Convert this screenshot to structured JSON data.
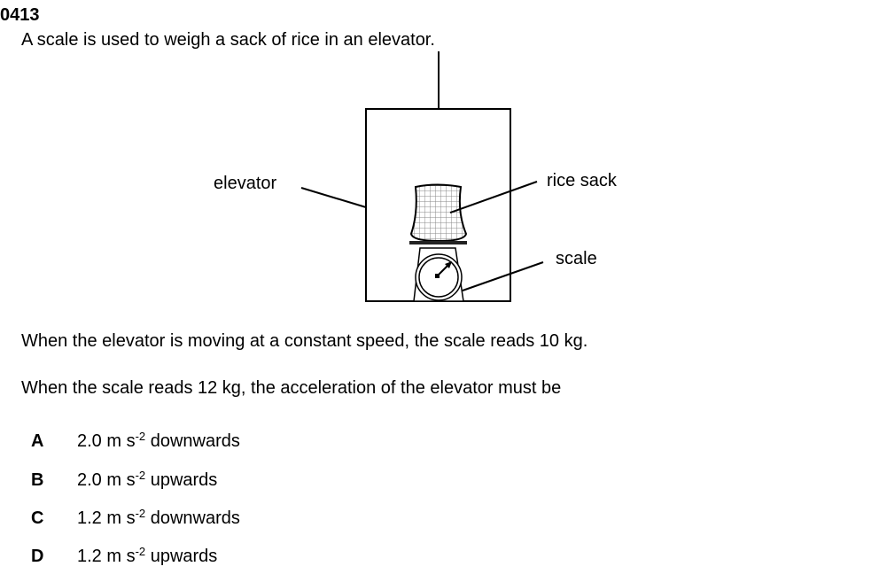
{
  "question_number": "0413",
  "stem": "A scale is used to weigh a sack of rice in an elevator.",
  "diagram": {
    "labels": {
      "elevator": "elevator",
      "rice_sack": "rice sack",
      "scale": "scale"
    }
  },
  "para1": "When the elevator is moving at a constant speed, the scale reads 10 kg.",
  "para2": "When the scale reads 12 kg, the acceleration of the elevator must be",
  "options": [
    {
      "letter": "A",
      "value": "2.0 m s",
      "exp": "-2",
      "dir": " downwards"
    },
    {
      "letter": "B",
      "value": "2.0 m s",
      "exp": "-2",
      "dir": " upwards"
    },
    {
      "letter": "C",
      "value": "1.2 m s",
      "exp": "-2",
      "dir": " downwards"
    },
    {
      "letter": "D",
      "value": "1.2 m s",
      "exp": "-2",
      "dir": " upwards"
    }
  ]
}
